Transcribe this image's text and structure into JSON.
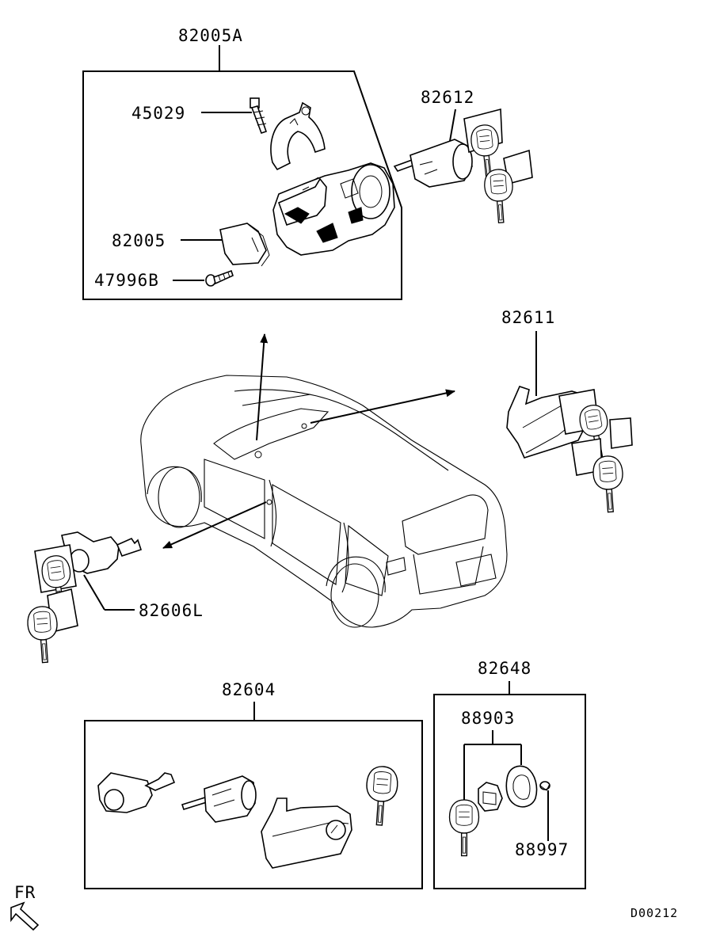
{
  "diagram": {
    "code": "D00212",
    "direction_label": "FR",
    "labels": {
      "p82005A": "82005A",
      "p45029": "45029",
      "p82005": "82005",
      "p47996B": "47996B",
      "p82612": "82612",
      "p82611": "82611",
      "p82606L": "82606L",
      "p82604": "82604",
      "p82648": "82648",
      "p88903": "88903",
      "p88997": "88997"
    }
  }
}
